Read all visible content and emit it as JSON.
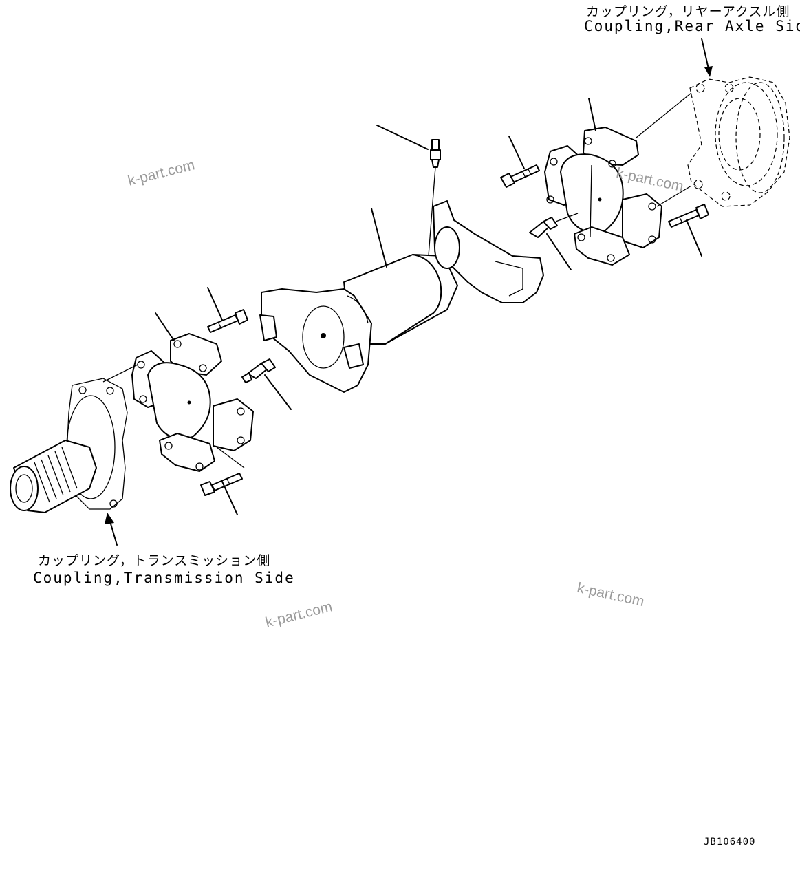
{
  "labels": {
    "rear_coupling_jp": "カップリング，リヤーアクスル側",
    "rear_coupling_en": "Coupling,Rear Axle Side",
    "trans_coupling_jp": "カップリング，トランスミッション側",
    "trans_coupling_en": "Coupling,Transmission Side"
  },
  "watermarks": [
    "k-part.com",
    "k-part.com",
    "k-part.com",
    "k-part.com"
  ],
  "drawing_code": "JB106400",
  "parts": [
    "rear-axle-coupling",
    "rear-spider-assembly",
    "rear-spider-bolt-upper",
    "rear-spider-bolt-lower",
    "rear-grease-fitting",
    "shaft-grease-fitting",
    "drive-shaft-tube",
    "front-spider-assembly",
    "front-spider-bolt-upper",
    "front-spider-bolt-lower",
    "front-grease-fitting",
    "transmission-coupling"
  ]
}
